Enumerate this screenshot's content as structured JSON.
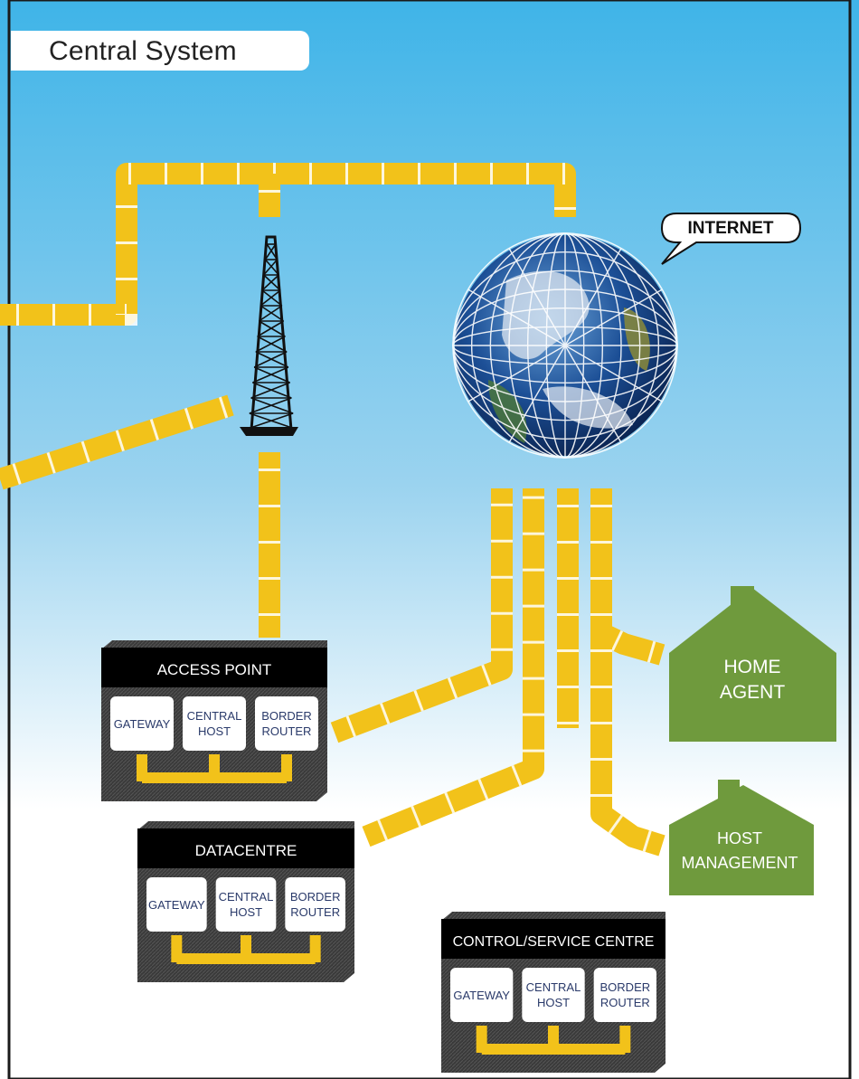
{
  "title": "Central System",
  "callout": "INTERNET",
  "nodes": {
    "access_point": {
      "title": "ACCESS POINT",
      "slots": [
        "GATEWAY",
        "CENTRAL HOST",
        "BORDER ROUTER"
      ]
    },
    "datacentre": {
      "title": "DATACENTRE",
      "slots": [
        "GATEWAY",
        "CENTRAL HOST",
        "BORDER ROUTER"
      ]
    },
    "control_centre": {
      "title": "CONTROL/SERVICE CENTRE",
      "slots": [
        "GATEWAY",
        "CENTRAL HOST",
        "BORDER ROUTER"
      ]
    }
  },
  "houses": {
    "home_agent": [
      "HOME",
      "AGENT"
    ],
    "host_management": [
      "HOST",
      "MANAGEMENT"
    ]
  },
  "colors": {
    "sky_top": "#3fb4e8",
    "sky_bottom": "#ffffff",
    "link_yellow": "#f2c21a",
    "house_green": "#6f9a3d",
    "box_dark": "#333333",
    "slot_text": "#2a3a6a"
  },
  "icons": [
    "tower-icon",
    "globe-icon",
    "house-icon"
  ]
}
